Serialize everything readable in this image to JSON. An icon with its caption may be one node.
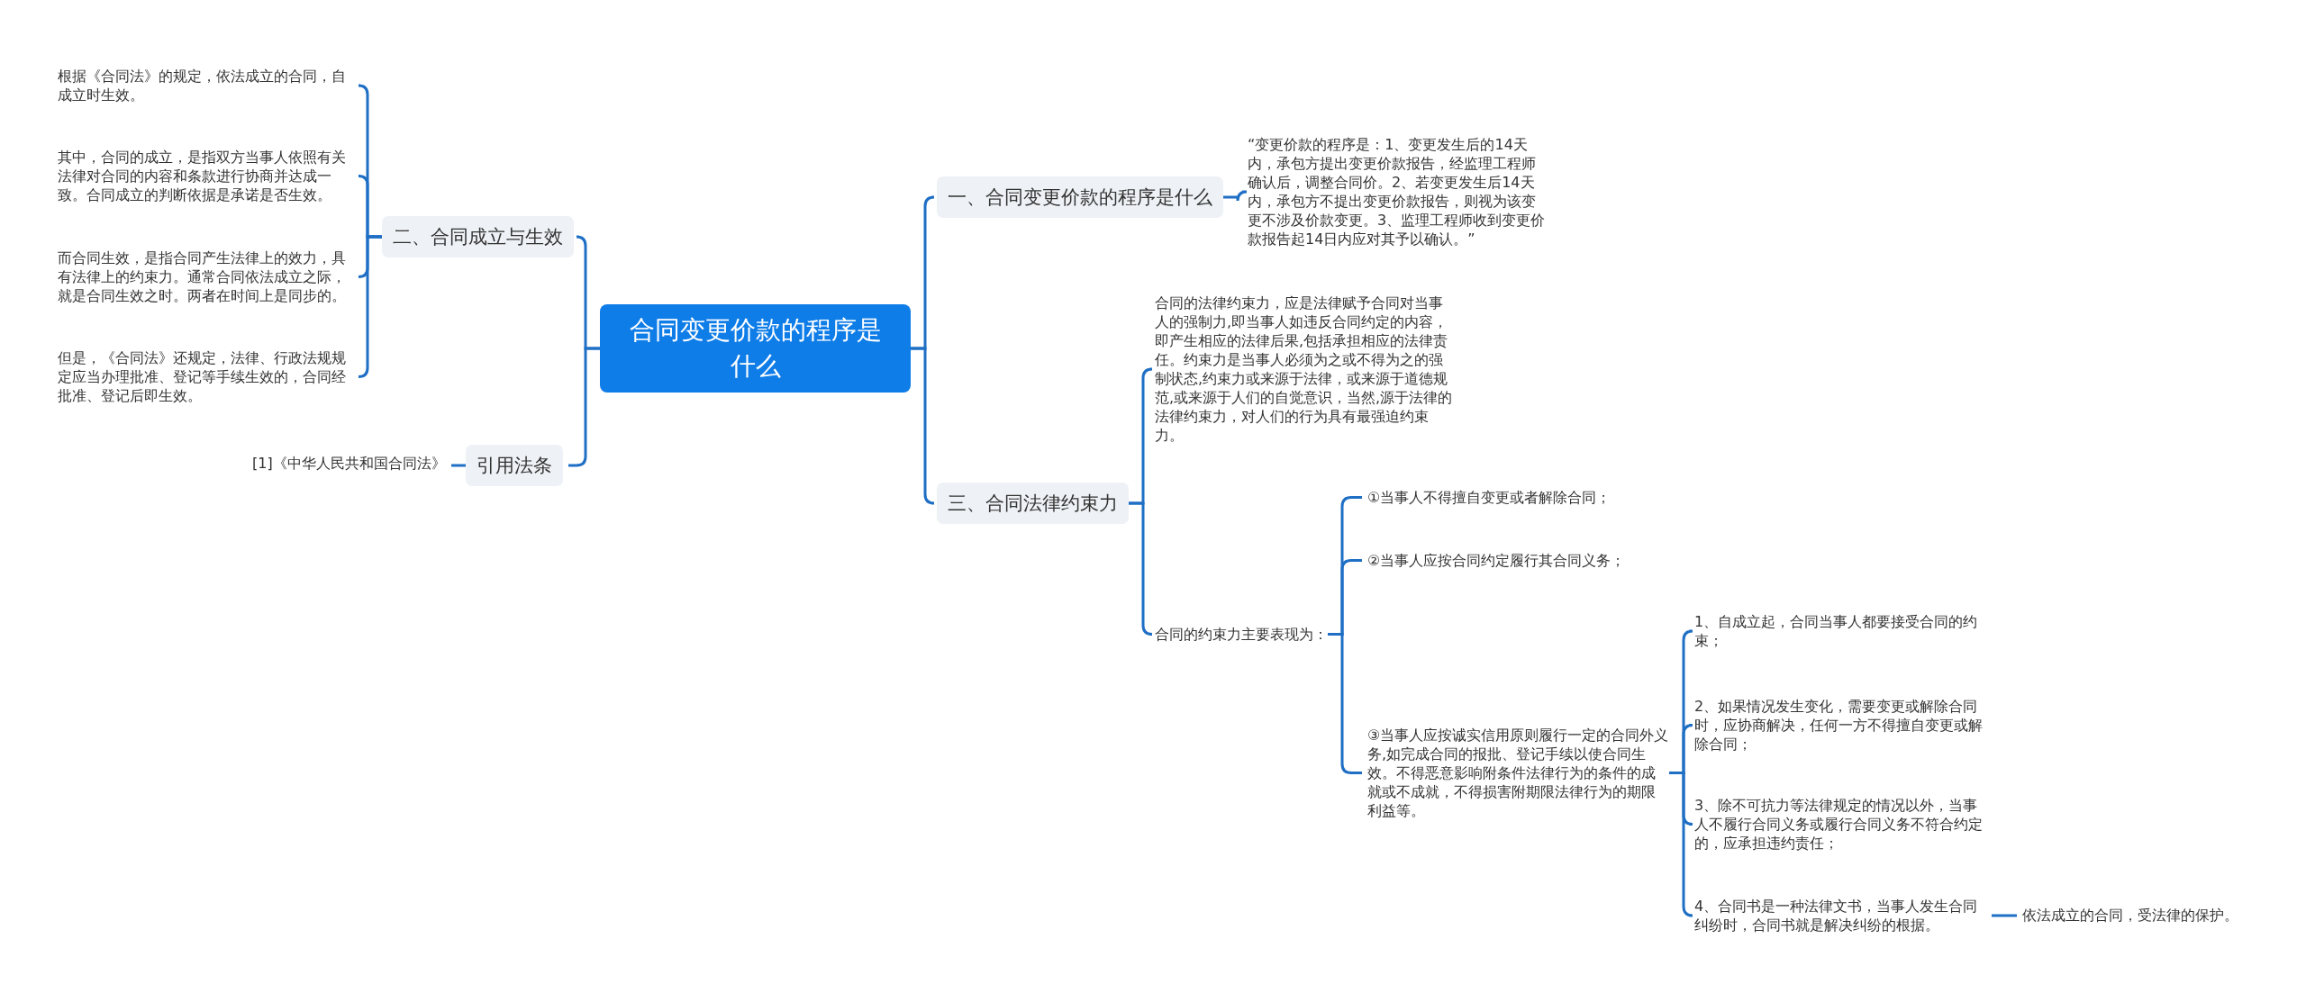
{
  "diagram": {
    "nodes": [
      {
        "text": [
          "合同变更价款的程序是什么"
        ]
      },
      {
        "text": [
          "一、合同变更价款的程序是什么"
        ]
      },
      {
        "text": [
          "“变更价款的程序是：1、变更发生后的14天内，承包方提出变更价款报告，经监理工程师确认后，调整合同价。2、若变更发生后14天内，承包方不提出变更价款报告，则视为该变更不涉及价款变更。3、监理工程师收到变更价款报告起14日内应对其予以确认。”"
        ]
      },
      {
        "text": [
          "三、合同法律约束力"
        ]
      },
      {
        "text": [
          "合同的法律约束力，应是法律赋予合同对当事人的强制力,即当事人如违反合同约定的内容，即产生相应的法律后果,包括承担相应的法律责任。约束力是当事人必须为之或不得为之的强制状态,约束力或来源于法律，或来源于道德规范,或来源于人们的自觉意识，当然,源于法律的法律约束力，对人们的行为具有最强迫约束力。"
        ]
      },
      {
        "text": [
          "合同的约束力主要表现为："
        ]
      },
      {
        "text": [
          "①当事人不得擅自变更或者解除合同；"
        ]
      },
      {
        "text": [
          "②当事人应按合同约定履行其合同义务；"
        ]
      },
      {
        "text": [
          "③当事人应按诚实信用原则履行一定的合同外义务,如完成合同的报批、登记手续以使合同生效。不得恶意影响附条件法律行为的条件的成就或不成就，不得损害附期限法律行为的期限利益等。"
        ]
      },
      {
        "text": [
          "1、自成立起，合同当事人都要接受合同的约束；"
        ]
      },
      {
        "text": [
          "2、如果情况发生变化，需要变更或解除合同时，应协商解决，任何一方不得擅自变更或解除合同；"
        ]
      },
      {
        "text": [
          "3、除不可抗力等法律规定的情况以外，当事人不履行合同义务或履行合同义务不符合约定的，应承担违约责任；"
        ]
      },
      {
        "text": [
          "4、合同书是一种法律文书，当事人发生合同纠纷时，合同书就是解决纠纷的根据。"
        ]
      },
      {
        "text": [
          "依法成立的合同，受法律的保护。"
        ]
      },
      {
        "text": [
          "二、合同成立与生效"
        ]
      },
      {
        "text": [
          "根据《合同法》的规定，依法成立的合同，自成立时生效。"
        ]
      },
      {
        "text": [
          "其中，合同的成立，是指双方当事人依照有关法律对合同的内容和条款进行协商并达成一致。合同成立的判断依据是承诺是否生效。"
        ]
      },
      {
        "text": [
          "而合同生效，是指合同产生法律上的效力，具有法律上的约束力。通常合同依法成立之际，就是合同生效之时。两者在时间上是同步的。"
        ]
      },
      {
        "text": [
          "但是，《合同法》还规定，法律、行政法规规定应当办理批准、登记等手续生效的，合同经批准、登记后即生效。"
        ]
      },
      {
        "text": [
          "引用法条"
        ]
      },
      {
        "text": [
          "[1]《中华人民共和国合同法》"
        ]
      }
    ],
    "edges": [
      {
        "from": 0,
        "to": 1,
        "arrow": "none"
      },
      {
        "from": 1,
        "to": 2,
        "arrow": "none"
      },
      {
        "from": 0,
        "to": 3,
        "arrow": "none"
      },
      {
        "from": 3,
        "to": 4,
        "arrow": "none"
      },
      {
        "from": 3,
        "to": 5,
        "arrow": "none"
      },
      {
        "from": 5,
        "to": 6,
        "arrow": "none"
      },
      {
        "from": 5,
        "to": 7,
        "arrow": "none"
      },
      {
        "from": 5,
        "to": 8,
        "arrow": "none"
      },
      {
        "from": 8,
        "to": 9,
        "arrow": "none"
      },
      {
        "from": 8,
        "to": 10,
        "arrow": "none"
      },
      {
        "from": 8,
        "to": 11,
        "arrow": "none"
      },
      {
        "from": 8,
        "to": 12,
        "arrow": "none"
      },
      {
        "from": 12,
        "to": 13,
        "arrow": "none"
      },
      {
        "from": 0,
        "to": 14,
        "arrow": "none"
      },
      {
        "from": 14,
        "to": 15,
        "arrow": "none"
      },
      {
        "from": 14,
        "to": 16,
        "arrow": "none"
      },
      {
        "from": 14,
        "to": 17,
        "arrow": "none"
      },
      {
        "from": 14,
        "to": 18,
        "arrow": "none"
      },
      {
        "from": 0,
        "to": 19,
        "arrow": "none"
      },
      {
        "from": 19,
        "to": 20,
        "arrow": "none"
      }
    ]
  }
}
